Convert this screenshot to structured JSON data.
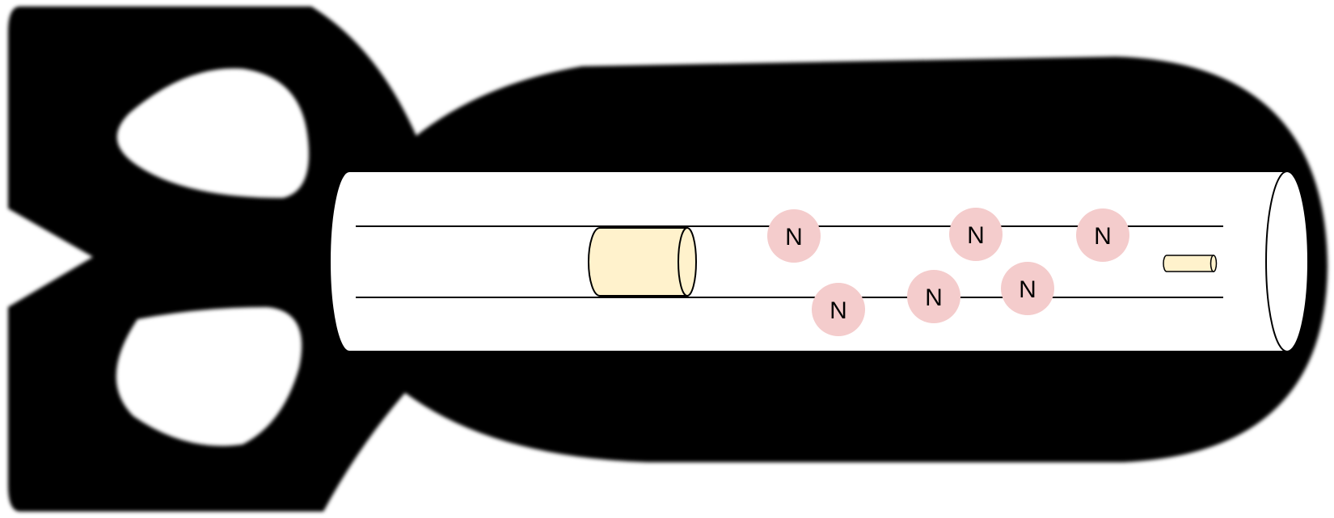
{
  "diagram": {
    "colors": {
      "bomb_casing": "#000000",
      "barrel_fill": "#ffffff",
      "barrel_stroke": "#000000",
      "projectile_fill": "#fff2cc",
      "target_fill": "#fff2cc",
      "neutron_fill": "#f4cccc",
      "neutron_text": "#000000"
    },
    "bomb_casing": {
      "icon": "bomb-silhouette-icon"
    },
    "barrel": {
      "shape": "cylinder"
    },
    "projectile": {
      "shape": "cylinder"
    },
    "target": {
      "shape": "cylinder"
    },
    "neutrons": [
      {
        "label": "N"
      },
      {
        "label": "N"
      },
      {
        "label": "N"
      },
      {
        "label": "N"
      },
      {
        "label": "N"
      },
      {
        "label": "N"
      }
    ]
  }
}
